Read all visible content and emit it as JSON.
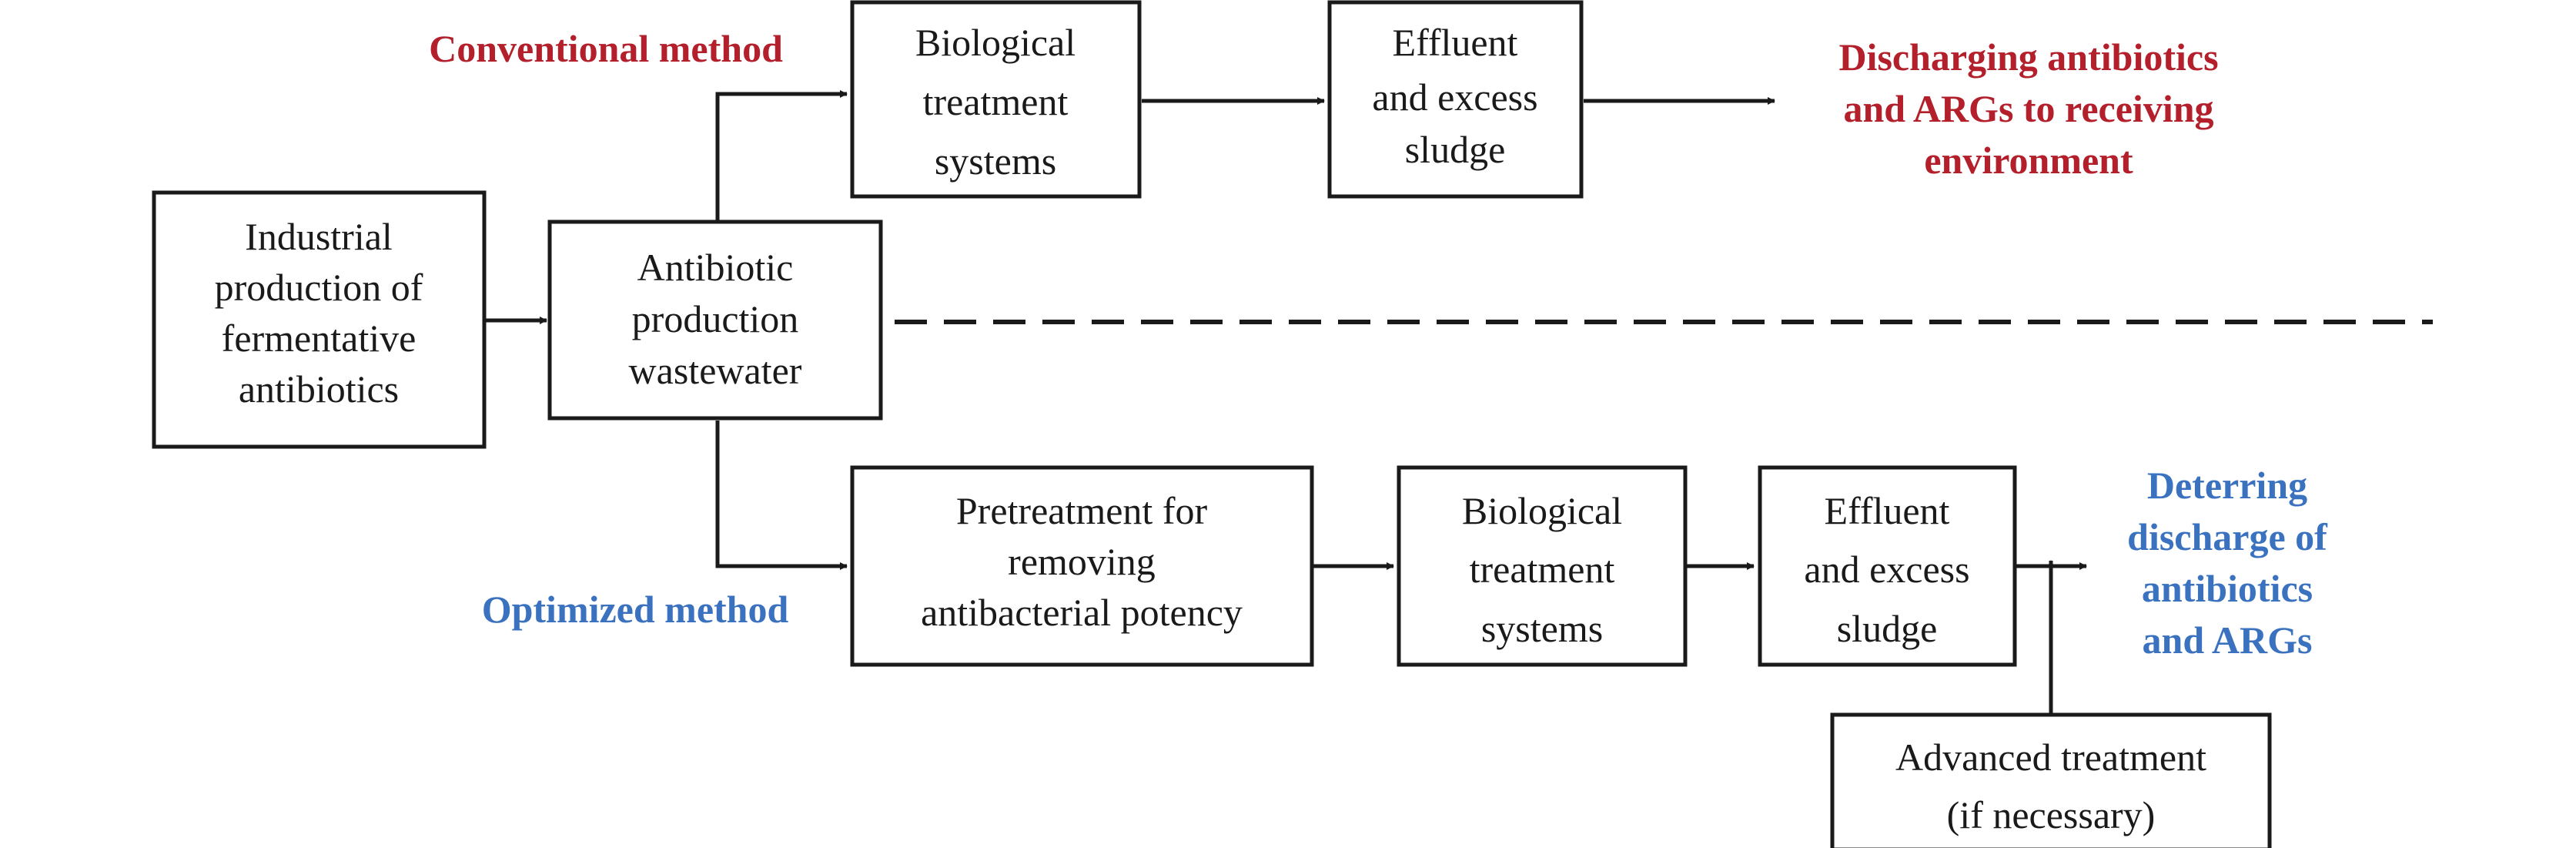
{
  "colors": {
    "conventional": "#b3202b",
    "optimized": "#3b72c0",
    "stroke": "#1a1a1a"
  },
  "labels": {
    "conventional_method": "Conventional method",
    "optimized_method": "Optimized method"
  },
  "boxes": {
    "industrial_production": [
      "Industrial",
      "production of",
      "fermentative",
      "antibiotics"
    ],
    "wastewater": [
      "Antibiotic",
      "production",
      "wastewater"
    ],
    "conv_bio_treatment": [
      "Biological",
      "treatment",
      "systems"
    ],
    "conv_effluent": [
      "Effluent",
      "and excess",
      "sludge"
    ],
    "pretreatment": [
      "Pretreatment for",
      "removing",
      "antibacterial potency"
    ],
    "opt_bio_treatment": [
      "Biological",
      "treatment",
      "systems"
    ],
    "opt_effluent": [
      "Effluent",
      "and excess",
      "sludge"
    ],
    "advanced_treatment": [
      "Advanced treatment",
      "(if necessary)"
    ]
  },
  "outcomes": {
    "conventional": [
      "Discharging antibiotics",
      "and ARGs to receiving",
      "environment"
    ],
    "optimized": [
      "Deterring",
      "discharge of",
      "antibiotics",
      "and ARGs"
    ]
  }
}
